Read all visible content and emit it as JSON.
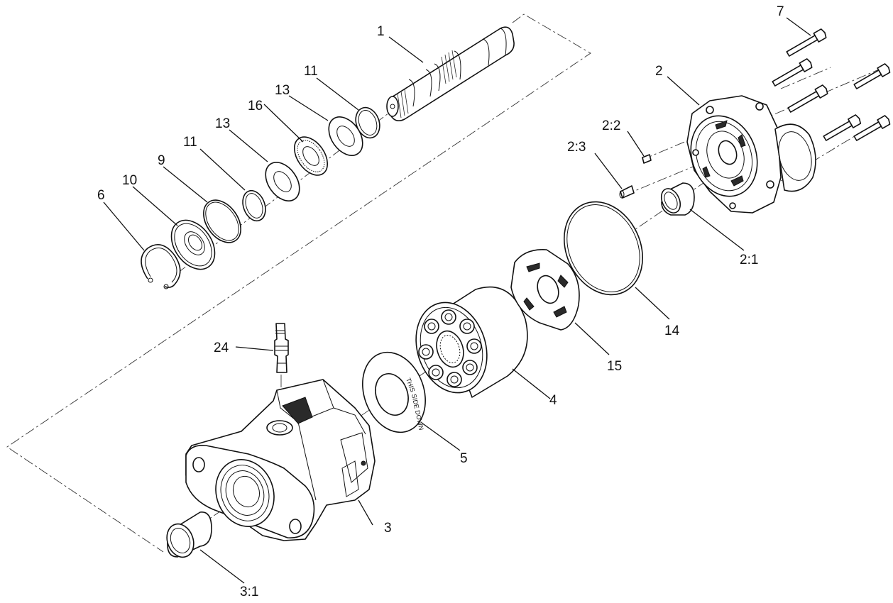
{
  "callouts": {
    "c1": "1",
    "c2": "2",
    "c2_1": "2:1",
    "c2_2": "2:2",
    "c2_3": "2:3",
    "c3": "3",
    "c3_1": "3:1",
    "c4": "4",
    "c5": "5",
    "c6": "6",
    "c7": "7",
    "c9": "9",
    "c10": "10",
    "c11a": "11",
    "c11b": "11",
    "c13a": "13",
    "c13b": "13",
    "c14": "14",
    "c15": "15",
    "c16": "16",
    "c24": "24"
  },
  "plate_text": {
    "line1": "THIS",
    "line2": "SIDE DOWN"
  }
}
